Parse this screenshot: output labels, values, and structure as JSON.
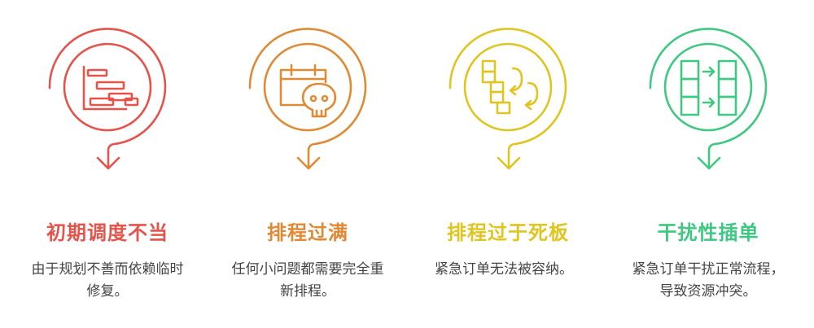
{
  "steps": [
    {
      "title": "初期调度不当",
      "desc": "由于规划不善而依赖临时修复。",
      "color": "#e5534b",
      "icon": "gantt-chart-icon"
    },
    {
      "title": "排程过满",
      "desc": "任何小问题都需要完全重新排程。",
      "color": "#e08a35",
      "icon": "calendar-skull-icon"
    },
    {
      "title": "排程过于死板",
      "desc": "紧急订单无法被容纳。",
      "color": "#e0c520",
      "icon": "blocks-loop-icon"
    },
    {
      "title": "干扰性插单",
      "desc": "紧急订单干扰正常流程，导致资源冲突。",
      "color": "#3ec882",
      "icon": "columns-transfer-icon"
    }
  ]
}
